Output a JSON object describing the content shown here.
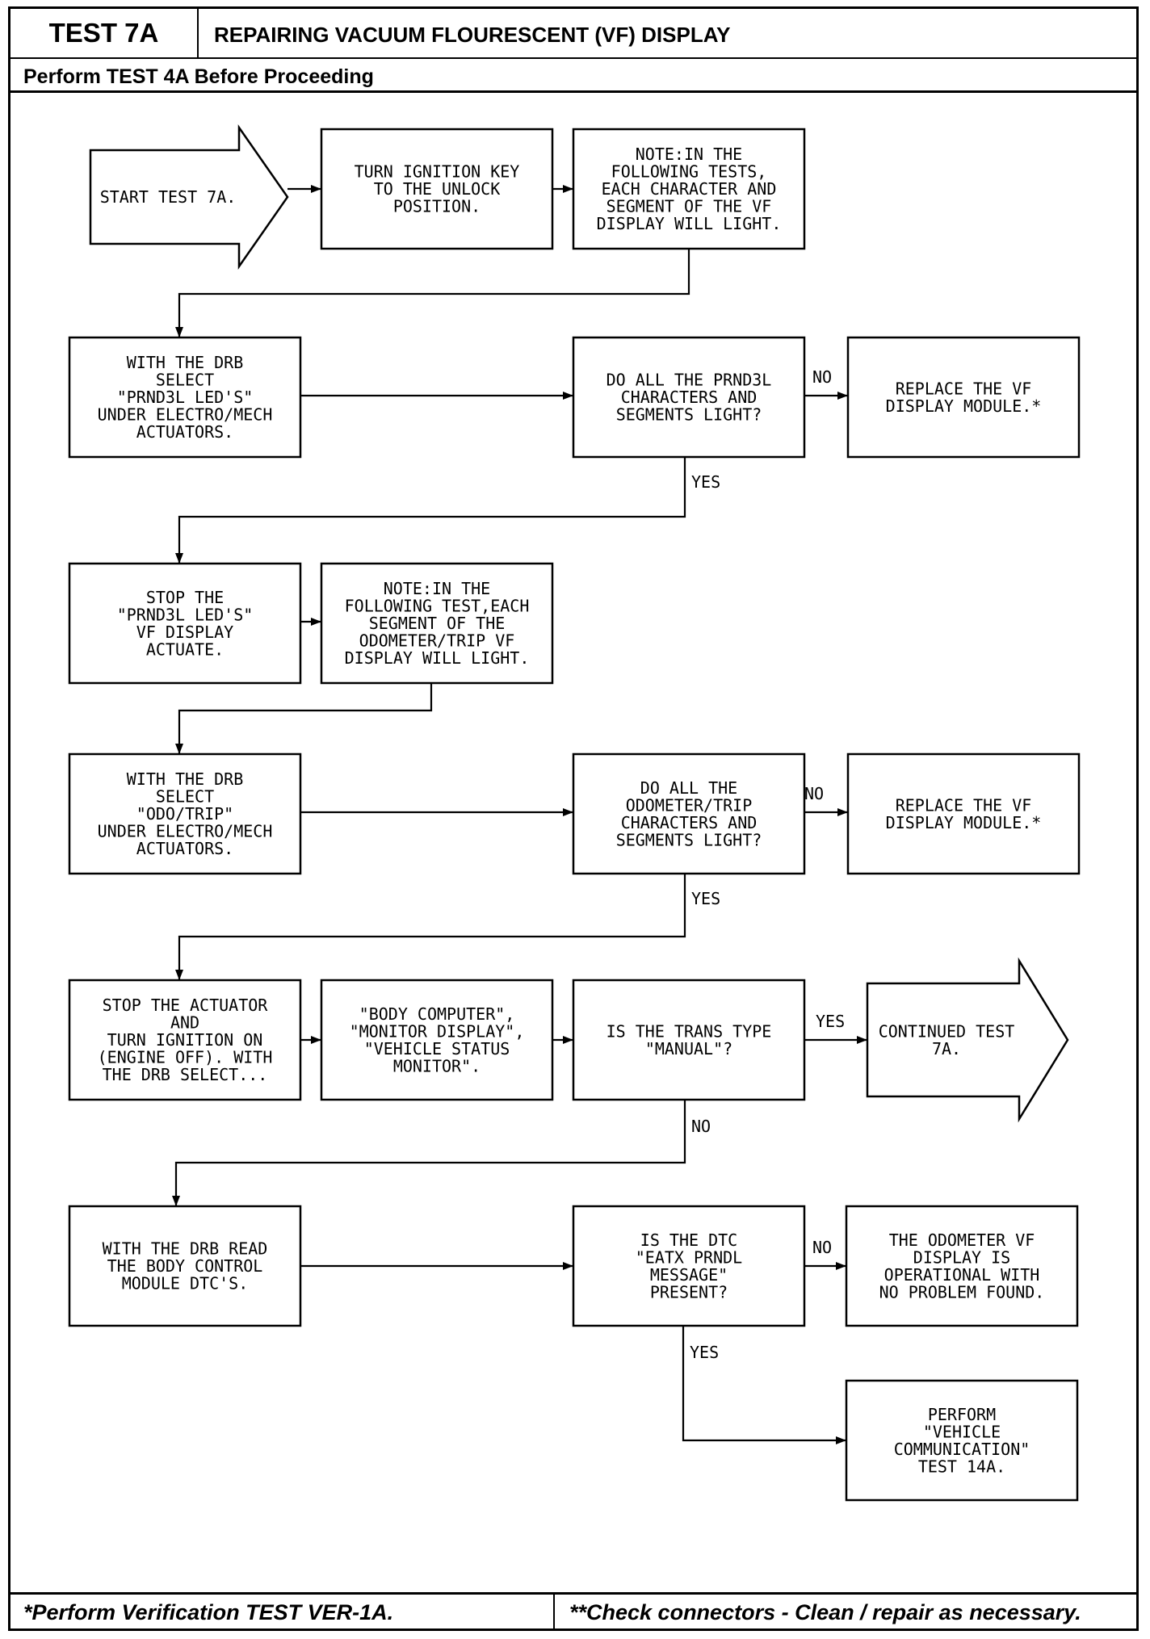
{
  "header": {
    "test_id": "TEST 7A",
    "title": "REPAIRING VACUUM FLOURESCENT (VF) DISPLAY",
    "prerequisite": "Perform TEST 4A Before Proceeding"
  },
  "footer": {
    "left": "*Perform Verification TEST VER-1A.",
    "right": "**Check connectors - Clean / repair as necessary."
  },
  "nodes": {
    "start": [
      "START TEST 7A."
    ],
    "ignition_unlock": [
      "TURN IGNITION KEY",
      "TO THE UNLOCK",
      "POSITION."
    ],
    "note_tests": [
      "NOTE:IN THE",
      "FOLLOWING TESTS,",
      "EACH CHARACTER AND",
      "SEGMENT OF THE VF",
      "DISPLAY WILL LIGHT."
    ],
    "select_prnd3l": [
      "WITH THE DRB",
      "SELECT",
      "\"PRND3L LED'S\"",
      "UNDER ELECTRO/MECH",
      "ACTUATORS."
    ],
    "q_prnd3l": [
      "DO ALL THE PRND3L",
      "CHARACTERS AND",
      "SEGMENTS LIGHT?"
    ],
    "replace_vf_1": [
      "REPLACE THE VF",
      "DISPLAY MODULE.*"
    ],
    "stop_prnd3l": [
      "STOP THE",
      "\"PRND3L LED'S\"",
      "VF DISPLAY",
      "ACTUATE."
    ],
    "note_test": [
      "NOTE:IN THE",
      "FOLLOWING TEST,EACH",
      "SEGMENT OF THE",
      "ODOMETER/TRIP VF",
      "DISPLAY WILL LIGHT."
    ],
    "select_odo": [
      "WITH THE DRB",
      "SELECT",
      "\"ODO/TRIP\"",
      "UNDER ELECTRO/MECH",
      "ACTUATORS."
    ],
    "q_odo": [
      "DO ALL THE",
      "ODOMETER/TRIP",
      "CHARACTERS AND",
      "SEGMENTS LIGHT?"
    ],
    "replace_vf_2": [
      "REPLACE THE VF",
      "DISPLAY MODULE.*"
    ],
    "stop_actuator": [
      "STOP THE ACTUATOR",
      "AND",
      "TURN IGNITION ON",
      "(ENGINE OFF). WITH",
      "THE DRB SELECT..."
    ],
    "body_computer": [
      "\"BODY COMPUTER\",",
      "\"MONITOR DISPLAY\",",
      "\"VEHICLE STATUS",
      "MONITOR\"."
    ],
    "q_manual": [
      "IS THE TRANS TYPE",
      "\"MANUAL\"?"
    ],
    "continued": [
      "CONTINUED TEST",
      "7A."
    ],
    "read_dtc": [
      "WITH THE DRB READ",
      "THE BODY CONTROL",
      "MODULE DTC'S."
    ],
    "q_dtc": [
      "IS THE DTC",
      "\"EATX PRNDL",
      "MESSAGE\"",
      "PRESENT?"
    ],
    "operational": [
      "THE ODOMETER VF",
      "DISPLAY IS",
      "OPERATIONAL WITH",
      "NO PROBLEM FOUND."
    ],
    "perform_14a": [
      "PERFORM",
      "\"VEHICLE",
      "COMMUNICATION\"",
      "TEST 14A."
    ]
  },
  "edge_labels": {
    "prnd3l_no": "NO",
    "prnd3l_yes": "YES",
    "odo_no": "NO",
    "odo_yes": "YES",
    "manual_yes": "YES",
    "manual_no": "NO",
    "dtc_no": "NO",
    "dtc_yes": "YES"
  }
}
